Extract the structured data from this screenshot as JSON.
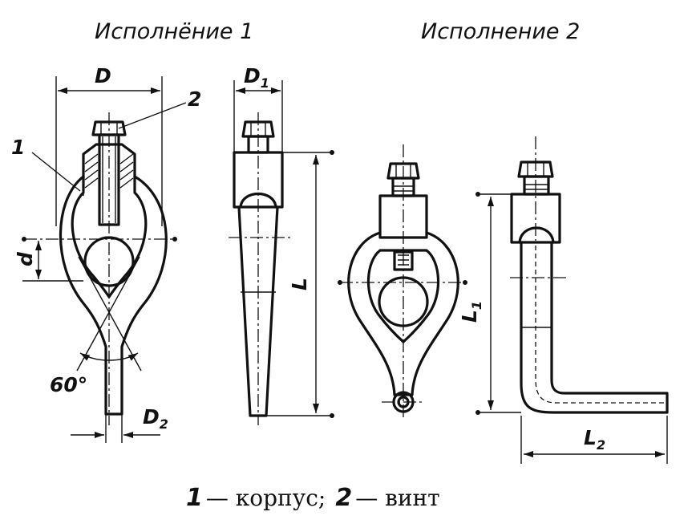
{
  "headers": {
    "variant_1": "Исполнёние 1",
    "variant_2": "Исполнение 2"
  },
  "dimensions": {
    "D": "D",
    "D1": "D",
    "D1_sub": "1",
    "D2": "D",
    "D2_sub": "2",
    "d": "d",
    "L": "L",
    "L1": "L",
    "L1_sub": "1",
    "L2": "L",
    "L2_sub": "2",
    "angle": "60°"
  },
  "callouts": {
    "item_1": "1",
    "item_2": "2"
  },
  "caption": {
    "num_1": "1",
    "text_1": "— корпус;",
    "num_2": "2",
    "text_2": "— винт"
  }
}
